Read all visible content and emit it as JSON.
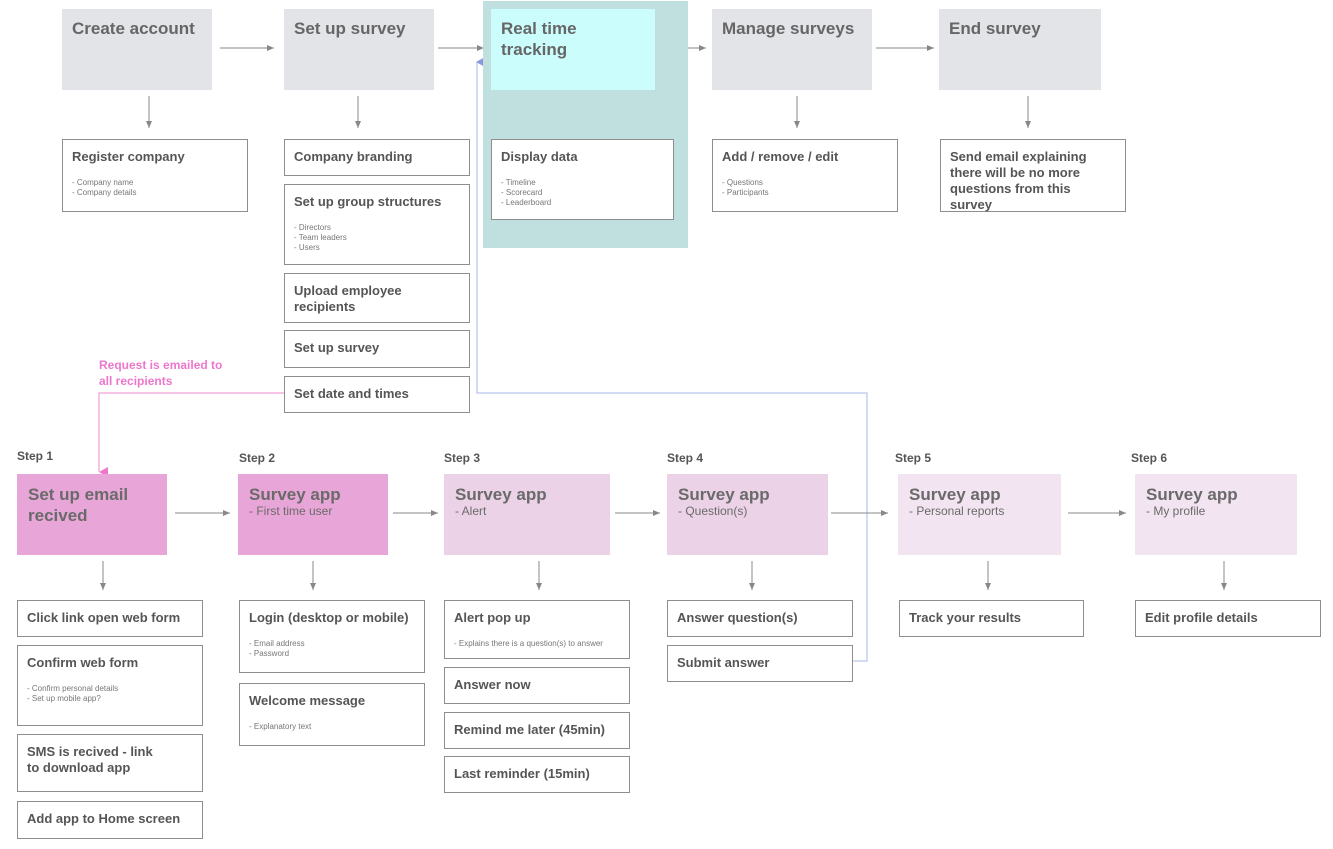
{
  "top": {
    "create_account": {
      "title": "Create account",
      "children": [
        {
          "title": "Register company",
          "items": [
            "- Company name",
            "- Company details"
          ]
        }
      ]
    },
    "set_up_survey": {
      "title": "Set up survey",
      "children": [
        {
          "title": "Company branding"
        },
        {
          "title": "Set up group structures",
          "items": [
            "- Directors",
            "- Team leaders",
            "- Users"
          ]
        },
        {
          "title": "Upload employee recipients"
        },
        {
          "title": "Set up survey"
        },
        {
          "title": "Set date and times"
        }
      ]
    },
    "real_time_tracking": {
      "title": "Real time tracking",
      "children": [
        {
          "title": "Display data",
          "items": [
            "- Timeline",
            "- Scorecard",
            "- Leaderboard"
          ]
        }
      ]
    },
    "manage_surveys": {
      "title": "Manage surveys",
      "children": [
        {
          "title": "Add / remove / edit",
          "items": [
            "- Questions",
            "- Participants"
          ]
        }
      ]
    },
    "end_survey": {
      "title": "End survey",
      "children": [
        {
          "title": "Send email explaining there will be no more questions from this survey"
        }
      ]
    }
  },
  "note": "Request is emailed to all recipients",
  "steps": [
    {
      "label": "Step 1",
      "title": "Set up email recived",
      "subtitle": "",
      "children": [
        {
          "title": "Click link open web form"
        },
        {
          "title": "Confirm web form",
          "items": [
            "- Confirm personal details",
            "- Set up mobile app?"
          ]
        },
        {
          "title": "SMS is recived - link to download app"
        },
        {
          "title": "Add app to Home screen"
        }
      ]
    },
    {
      "label": "Step 2",
      "title": "Survey app",
      "subtitle": "- First time user",
      "children": [
        {
          "title": "Login (desktop or mobile)",
          "items": [
            "- Email address",
            "- Password"
          ]
        },
        {
          "title": "Welcome message",
          "items": [
            "- Explanatory text"
          ]
        }
      ]
    },
    {
      "label": "Step 3",
      "title": "Survey app",
      "subtitle": "- Alert",
      "children": [
        {
          "title": "Alert pop up",
          "items": [
            "- Explains there is a question(s) to answer"
          ]
        },
        {
          "title": "Answer now"
        },
        {
          "title": "Remind me later (45min)"
        },
        {
          "title": "Last reminder (15min)"
        }
      ]
    },
    {
      "label": "Step 4",
      "title": "Survey app",
      "subtitle": "- Question(s)",
      "children": [
        {
          "title": "Answer question(s)"
        },
        {
          "title": "Submit answer"
        }
      ]
    },
    {
      "label": "Step 5",
      "title": "Survey app",
      "subtitle": "- Personal reports",
      "children": [
        {
          "title": "Track your results"
        }
      ]
    },
    {
      "label": "Step 6",
      "title": "Survey app",
      "subtitle": "- My profile",
      "children": [
        {
          "title": "Edit profile details"
        }
      ]
    }
  ],
  "colors": {
    "pink_strong": "#e8a6d8",
    "pink_mid": "#ebd2e6",
    "pink_light": "#f2e4f0",
    "teal_panel": "#c0e0e0",
    "cyan": "#ccfdfd",
    "grey": "#e3e4e8",
    "note_pink": "#ee77cc",
    "feedback_blue": "#aab8e8"
  }
}
